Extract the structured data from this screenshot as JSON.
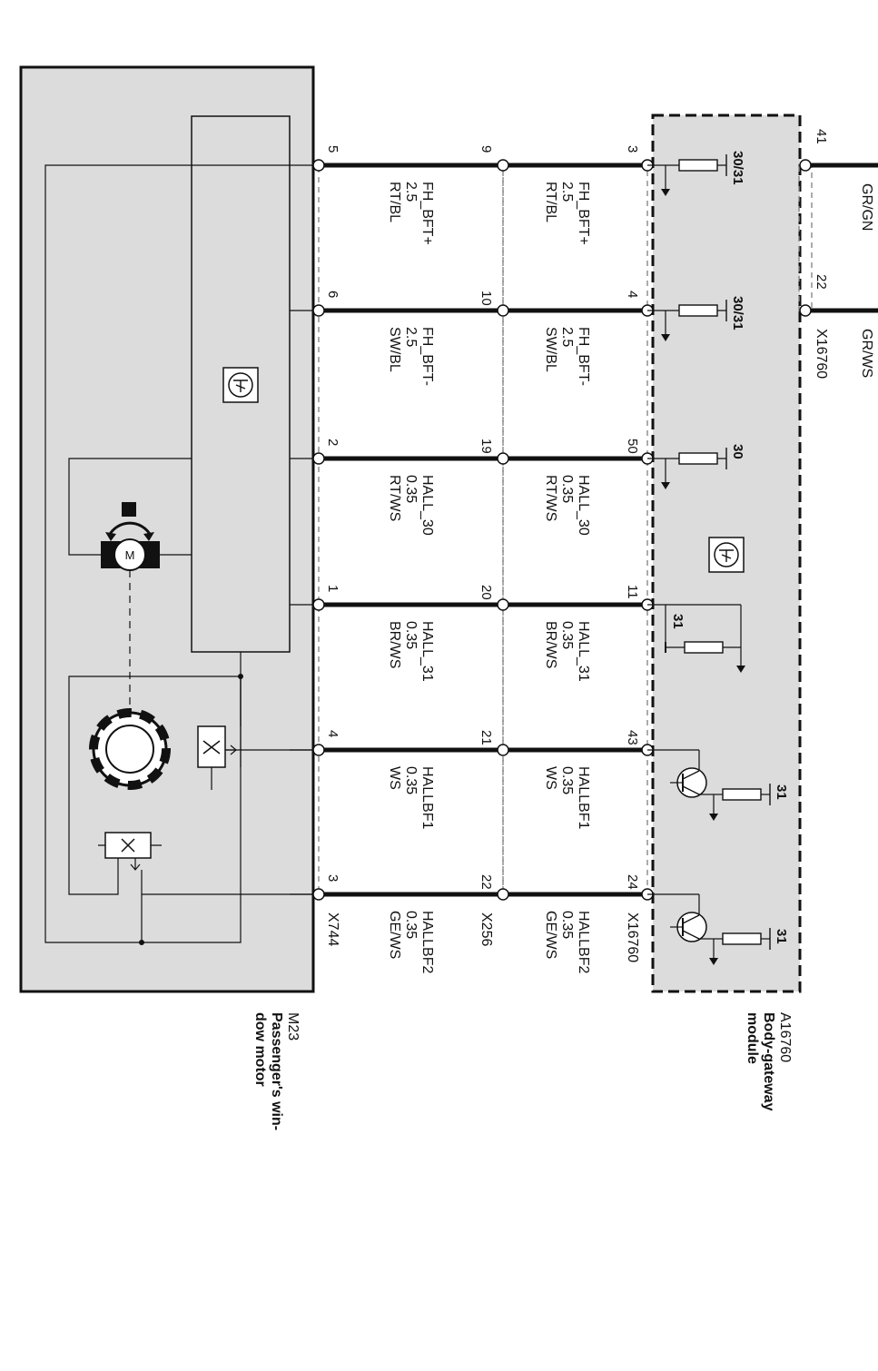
{
  "components": {
    "motor": {
      "code": "M23",
      "name_lines": [
        "Passenger's win-",
        "dow motor"
      ]
    },
    "module": {
      "code": "A16760",
      "name_lines": [
        "Body-gateway",
        "module"
      ]
    }
  },
  "connectors": {
    "motor": "X744",
    "inline": "X256",
    "module": "X16760",
    "module_upper": "X16760"
  },
  "wires": [
    {
      "pin_motor": "5",
      "pin_inline": "9",
      "pin_module": "3",
      "signal": "FH_BFT+",
      "size": "2.5",
      "color": "RT/BL",
      "ground": "30/31"
    },
    {
      "pin_motor": "6",
      "pin_inline": "10",
      "pin_module": "4",
      "signal": "FH_BFT-",
      "size": "2.5",
      "color": "SW/BL",
      "ground": "30/31"
    },
    {
      "pin_motor": "2",
      "pin_inline": "19",
      "pin_module": "50",
      "signal": "HALL_30",
      "size": "0.35",
      "color": "RT/WS",
      "ground": "30"
    },
    {
      "pin_motor": "1",
      "pin_inline": "20",
      "pin_module": "11",
      "signal": "HALL_31",
      "size": "0.35",
      "color": "BR/WS",
      "ground": "31"
    },
    {
      "pin_motor": "4",
      "pin_inline": "21",
      "pin_module": "43",
      "signal": "HALLBF1",
      "size": "0.35",
      "color": "WS",
      "ground": "31"
    },
    {
      "pin_motor": "3",
      "pin_inline": "22",
      "pin_module": "24",
      "signal": "HALLBF2",
      "size": "0.35",
      "color": "GE/WS",
      "ground": "31"
    }
  ],
  "supply": [
    {
      "pin": "41",
      "color": "GR/GN"
    },
    {
      "pin": "22",
      "color": "GR/WS"
    }
  ],
  "icons": [
    "transistor-icon",
    "motor-icon",
    "hall-sensor-icon",
    "ring-magnet-icon"
  ]
}
